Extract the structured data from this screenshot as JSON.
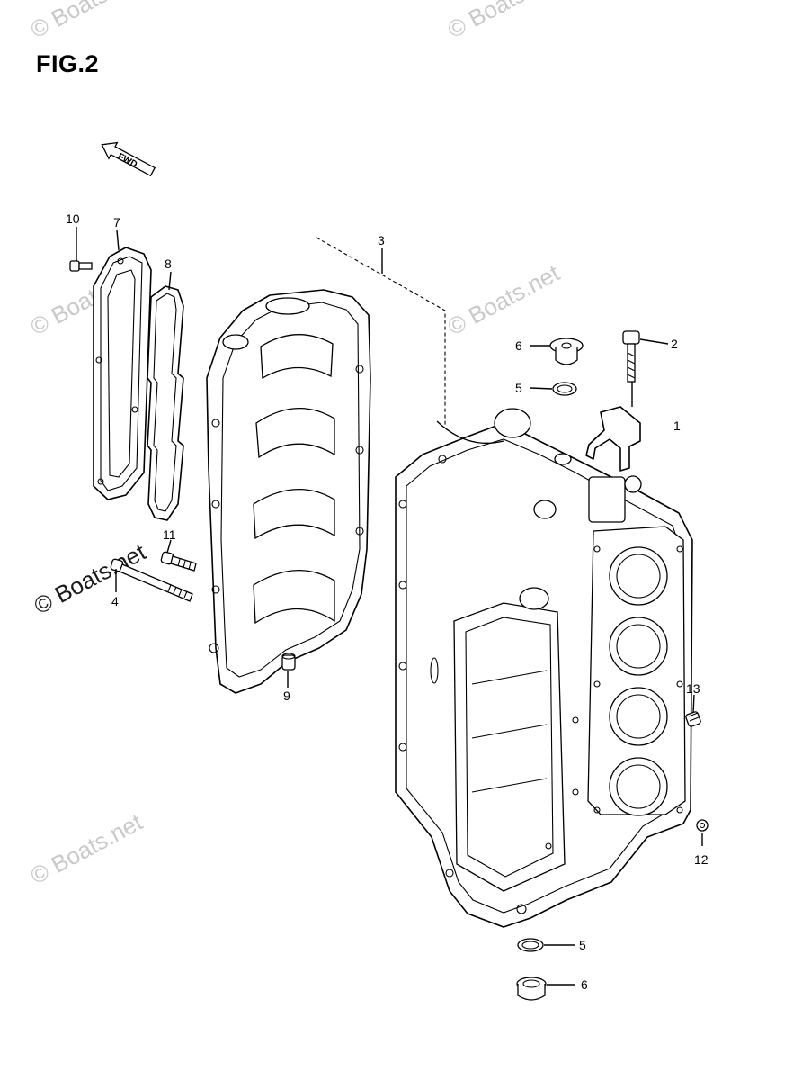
{
  "figure": {
    "title": "FIG.2"
  },
  "watermark": {
    "text": "© Boats.net"
  },
  "fwd_arrow": {
    "label": "FWD"
  },
  "callouts": [
    {
      "id": "c1",
      "number": "1"
    },
    {
      "id": "c2",
      "number": "2"
    },
    {
      "id": "c3",
      "number": "3"
    },
    {
      "id": "c4",
      "number": "4"
    },
    {
      "id": "c5a",
      "number": "5"
    },
    {
      "id": "c5b",
      "number": "5"
    },
    {
      "id": "c6a",
      "number": "6"
    },
    {
      "id": "c6b",
      "number": "6"
    },
    {
      "id": "c7",
      "number": "7"
    },
    {
      "id": "c8",
      "number": "8"
    },
    {
      "id": "c9",
      "number": "9"
    },
    {
      "id": "c10",
      "number": "10"
    },
    {
      "id": "c11",
      "number": "11"
    },
    {
      "id": "c12",
      "number": "12"
    },
    {
      "id": "c13",
      "number": "13"
    }
  ]
}
